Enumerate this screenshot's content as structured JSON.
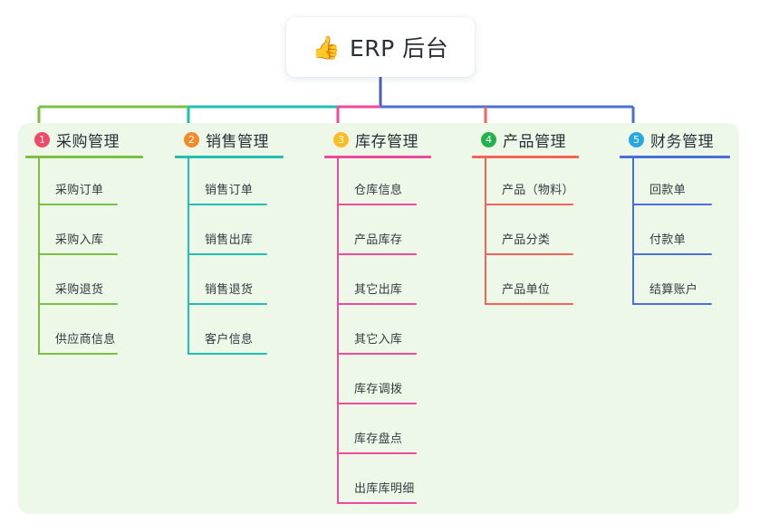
{
  "root": {
    "icon": "thumbs-up-icon",
    "icon_glyph": "👍",
    "title": "ERP 后台"
  },
  "theme": {
    "page_background": "#ffffff",
    "panel_background": "#eef8e9",
    "root_box_background": "#ffffff",
    "text_color": "#2b2f36",
    "stem_color": "#4a5bb8"
  },
  "branches": [
    {
      "index": "1",
      "title": "采购管理",
      "color": "#7ac143",
      "badge_color": "#f1486a",
      "items": [
        {
          "label": "采购订单"
        },
        {
          "label": "采购入库"
        },
        {
          "label": "采购退货"
        },
        {
          "label": "供应商信息"
        }
      ]
    },
    {
      "index": "2",
      "title": "销售管理",
      "color": "#1ec0b0",
      "badge_color": "#f38a2b",
      "items": [
        {
          "label": "销售订单"
        },
        {
          "label": "销售出库"
        },
        {
          "label": "销售退货"
        },
        {
          "label": "客户信息"
        }
      ]
    },
    {
      "index": "3",
      "title": "库存管理",
      "color": "#ec4a9b",
      "badge_color": "#fbbd23",
      "items": [
        {
          "label": "仓库信息"
        },
        {
          "label": "产品库存"
        },
        {
          "label": "其它出库"
        },
        {
          "label": "其它入库"
        },
        {
          "label": "库存调拨"
        },
        {
          "label": "库存盘点"
        },
        {
          "label": "出库库明细"
        }
      ]
    },
    {
      "index": "4",
      "title": "产品管理",
      "color": "#f4625a",
      "badge_color": "#22b24c",
      "items": [
        {
          "label": "产品（物料）"
        },
        {
          "label": "产品分类"
        },
        {
          "label": "产品单位"
        }
      ]
    },
    {
      "index": "5",
      "title": "财务管理",
      "color": "#4a6fd6",
      "badge_color": "#29a8e0",
      "items": [
        {
          "label": "回款单"
        },
        {
          "label": "付款单"
        },
        {
          "label": "结算账户"
        }
      ]
    }
  ]
}
